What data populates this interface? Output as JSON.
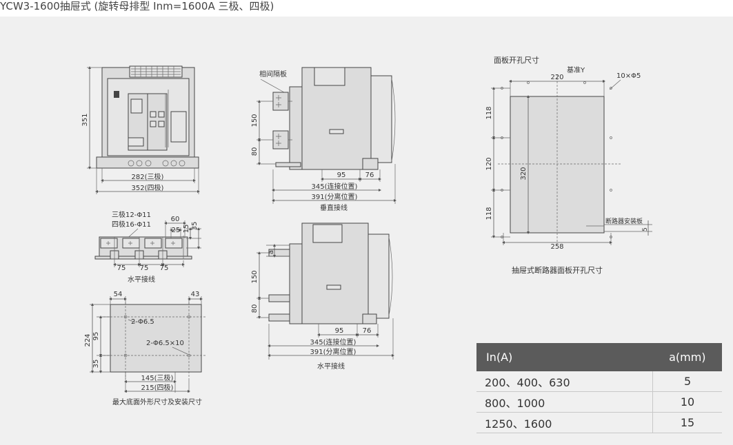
{
  "page": {
    "title": "YCW3-1600抽屉式 (旋转母排型 Inm=1600A 三极、四极)"
  },
  "views": {
    "front": {
      "height": "351",
      "width_3p": "282(三极)",
      "width_4p": "352(四极)"
    },
    "vertical": {
      "partition": "相间隔板",
      "d150": "150",
      "d80": "80",
      "d95": "95",
      "d76": "76",
      "connected": "345(连接位置)",
      "isolated": "391(分离位置)",
      "caption": "垂直接线"
    },
    "terminals": {
      "holes_3p": "三极12-Φ11",
      "holes_4p": "四极16-Φ11",
      "d60": "60",
      "d25": "25",
      "d15": "15",
      "d35": "35",
      "pitch": "75",
      "caption": "水平接线"
    },
    "horizontal": {
      "a_mark": "a",
      "d150": "150",
      "d80": "80",
      "d95": "95",
      "d76": "76",
      "connected": "345(连接位置)",
      "isolated": "391(分离位置)",
      "caption": "水平接线"
    },
    "base": {
      "d54": "54",
      "d43": "43",
      "d224": "224",
      "d95": "95",
      "d35": "35",
      "hole1": "2-Φ6.5",
      "hole2": "2-Φ6.5×10",
      "w_3p": "145(三极)",
      "w_4p": "215(四极)",
      "caption": "最大底面外形尺寸及安装尺寸"
    },
    "cutout": {
      "label": "面板开孔尺寸",
      "datum": "基准Y",
      "holes": "10×Φ5",
      "d220": "220",
      "d118a": "118",
      "d120": "120",
      "d118b": "118",
      "d320": "320",
      "d258": "258",
      "d5": "5",
      "plate": "断路器安装板",
      "caption": "抽屉式断路器面板开孔尺寸"
    }
  },
  "table": {
    "headers": [
      "In(A)",
      "a(mm)"
    ],
    "rows": [
      [
        "200、400、630",
        "5"
      ],
      [
        "800、1000",
        "10"
      ],
      [
        "1250、1600",
        "15"
      ]
    ]
  }
}
